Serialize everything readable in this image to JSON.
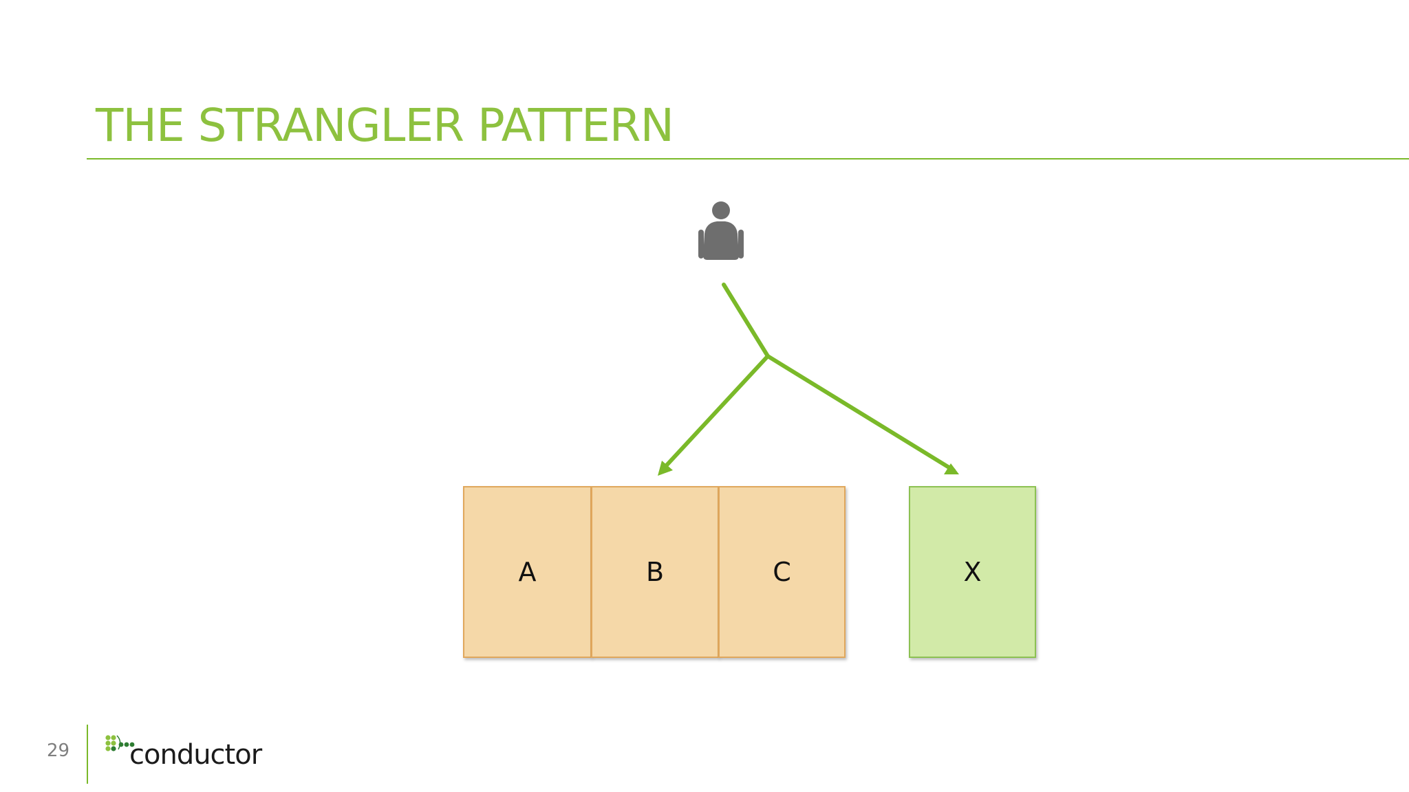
{
  "slide": {
    "title": "THE STRANGLER PATTERN",
    "page_number": "29"
  },
  "diagram": {
    "actor_icon": "person-icon",
    "legacy_boxes": [
      {
        "label": "A"
      },
      {
        "label": "B"
      },
      {
        "label": "C"
      }
    ],
    "new_box": {
      "label": "X"
    }
  },
  "footer": {
    "logo_text": "conductor"
  },
  "colors": {
    "accent_green": "#7ab929",
    "title_green": "#8dc13f",
    "legacy_fill": "#f5d8a8",
    "legacy_border": "#e0a75c",
    "new_fill": "#d2eaa8",
    "new_border": "#8cc152",
    "person_gray": "#6e6e6e",
    "logo_dark_green": "#2e7d32",
    "logo_light_green": "#8dc13f"
  }
}
